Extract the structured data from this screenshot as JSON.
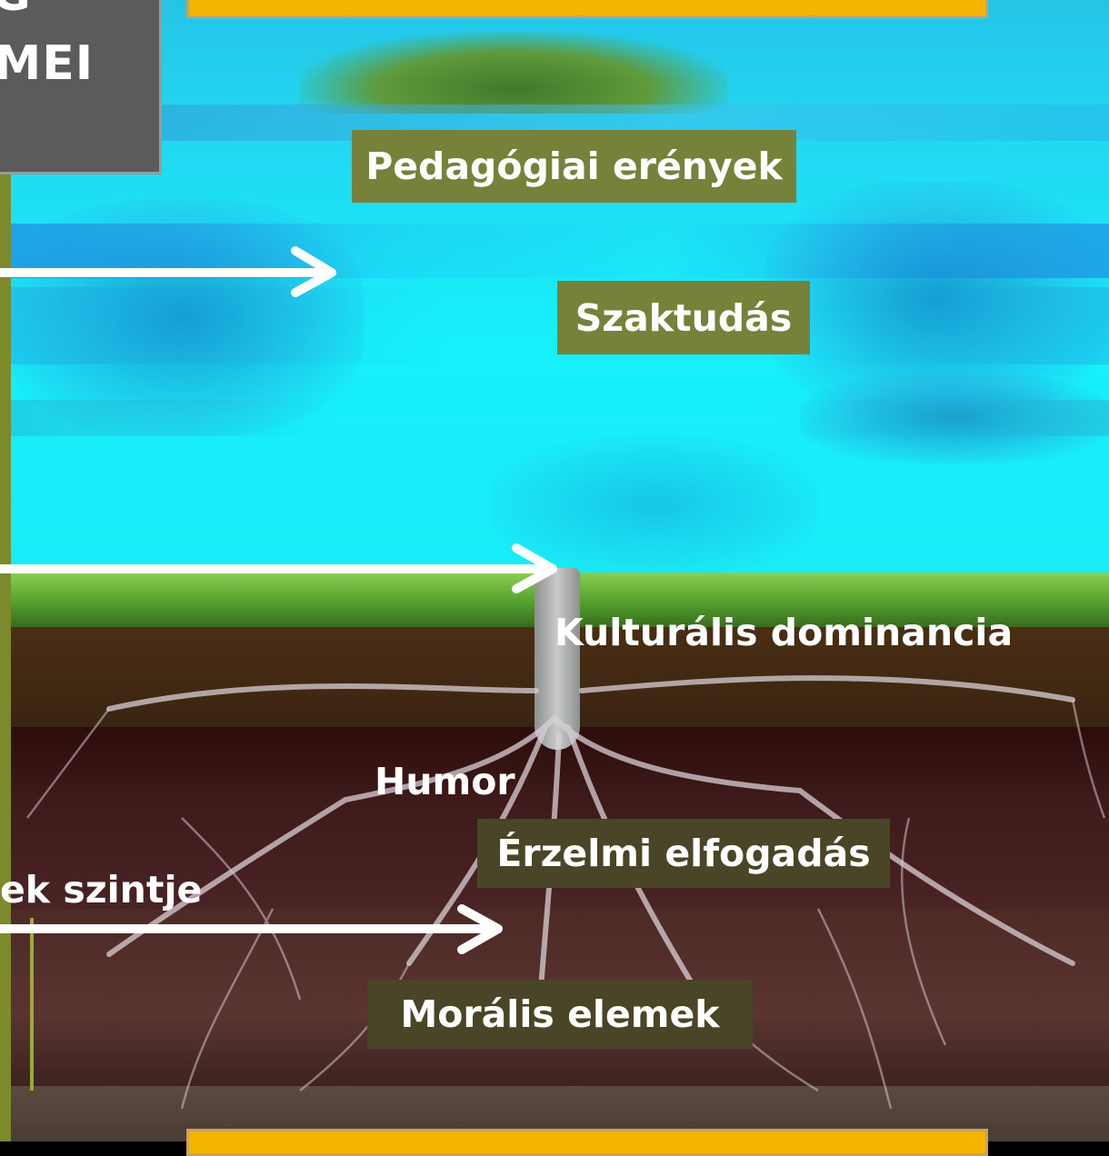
{
  "corner": {
    "line1": "LG",
    "line2": "EMEI"
  },
  "labels": {
    "pedagogiai": "Pedagógiai erények",
    "szaktudas": "Szaktudás",
    "kulturalis": "Kulturális dominancia",
    "humor": "Humor",
    "erzelmi": "Érzelmi elfogadás",
    "szint": "ek szintje",
    "moralis": "Morális elemek"
  },
  "colors": {
    "label_green": "#76813a",
    "label_dark": "#4b4528",
    "banner": "#f4b400",
    "arrow": "#ffffff"
  }
}
